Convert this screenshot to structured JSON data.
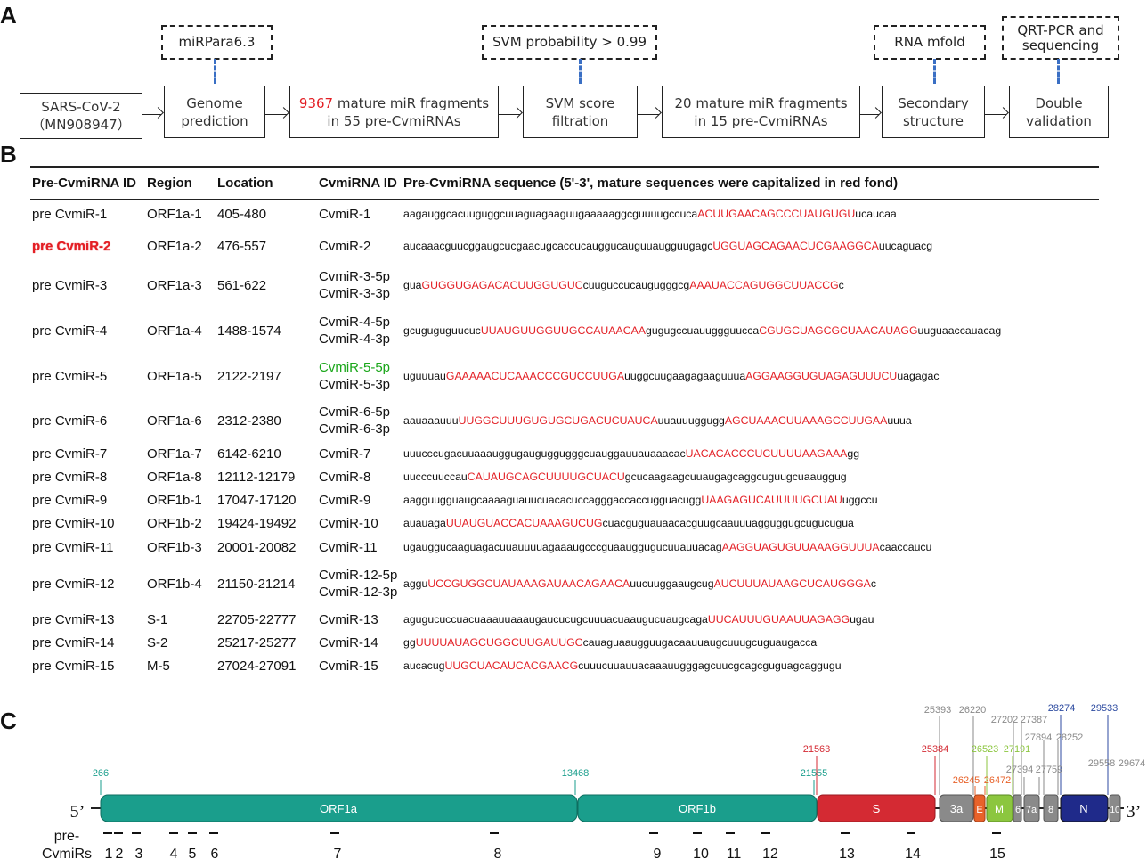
{
  "panels": {
    "a": "A",
    "b": "B",
    "c": "C"
  },
  "flow": {
    "box1_line1": "SARS-CoV-2",
    "box1_line2": "（MN908947）",
    "box2_line1": "Genome",
    "box2_line2": "prediction",
    "box3_num": "9367",
    "box3_line1_rest": " mature miR fragments",
    "box3_line2": "in 55 pre-CvmiRNAs",
    "box4_line1": "SVM score",
    "box4_line2": "filtration",
    "box5_line1": "20 mature miR fragments",
    "box5_line2": "in 15 pre-CvmiRNAs",
    "box6_line1": "Secondary",
    "box6_line2": "structure",
    "box7_line1": "Double",
    "box7_line2": "validation",
    "tool1": "miRPara6.3",
    "tool2": "SVM probability > 0.99",
    "tool3": "RNA mfold",
    "tool4_line1": "QRT-PCR and",
    "tool4_line2": "sequencing"
  },
  "table": {
    "headers": [
      "Pre-CvmiRNA ID",
      "Region",
      "Location",
      "CvmiRNA ID",
      "Pre-CvmiRNA sequence (5'-3', mature sequences were capitalized in red fond)"
    ],
    "rows": [
      {
        "id": "pre CvmiR-1",
        "region": "ORF1a-1",
        "loc": "405-480",
        "mir1": "CvmiR-1",
        "mir2": "",
        "seq": [
          [
            "aagauggcacuuguggcuuaguagaaguugaaaaaggcguuuugccuca",
            0
          ],
          [
            "ACUUGAACAGCCCUAUGUGU",
            1
          ],
          [
            "ucaucaa",
            0
          ]
        ]
      },
      {
        "id": "pre CvmiR-2",
        "region": "ORF1a-2",
        "loc": "476-557",
        "mir1": "CvmiR-2",
        "mir2": "",
        "seq": [
          [
            "aucaaacguucggaugcucgaacugcaccucauggucauguuaugguugagc",
            0
          ],
          [
            "UGGUAGCAGAACUCGAAGGCA",
            1
          ],
          [
            "uucaguacg",
            0
          ]
        ]
      },
      {
        "id": "pre CvmiR-3",
        "region": "ORF1a-3",
        "loc": "561-622",
        "mir1": "CvmiR-3-5p",
        "mir2": "CvmiR-3-3p",
        "seq": [
          [
            "gua",
            0
          ],
          [
            "GUGGUGAGACACUUGGUGUC",
            1
          ],
          [
            "cuuguccucaugugggcg",
            0
          ],
          [
            "AAAUACCAGUGGCUUACCG",
            1
          ],
          [
            "c",
            0
          ]
        ]
      },
      {
        "id": "pre CvmiR-4",
        "region": "ORF1a-4",
        "loc": "1488-1574",
        "mir1": "CvmiR-4-5p",
        "mir2": "CvmiR-4-3p",
        "seq": [
          [
            "gcuguguguucuc",
            0
          ],
          [
            "UUAUGUUGGUUGCCAUAACAA",
            1
          ],
          [
            "gugugccuauuggguucca",
            0
          ],
          [
            "CGUGCUAGCGCUAACAUAGG",
            1
          ],
          [
            "uuguaaccauacag",
            0
          ]
        ]
      },
      {
        "id": "pre CvmiR-5",
        "region": "ORF1a-5",
        "loc": "2122-2197",
        "mir1": "CvmiR-5-5p",
        "mir2": "CvmiR-5-3p",
        "seq": [
          [
            "uguuuau",
            0
          ],
          [
            "GAAAAACUCAAACCCGUCCUUGA",
            1
          ],
          [
            "uuggcuugaagagaaguuua",
            0
          ],
          [
            "AGGAAGGUGUAGAGUUUCU",
            1
          ],
          [
            "uagagac",
            0
          ]
        ]
      },
      {
        "id": "pre CvmiR-6",
        "region": "ORF1a-6",
        "loc": "2312-2380",
        "mir1": "CvmiR-6-5p",
        "mir2": "CvmiR-6-3p",
        "seq": [
          [
            "aauaaauuu",
            0
          ],
          [
            "UUGGCUUUGUGUGCUGACUCUAUCA",
            1
          ],
          [
            "uuauuuggugg",
            0
          ],
          [
            "AGCUAAACUUAAAGCCUUGAA",
            1
          ],
          [
            "uuua",
            0
          ]
        ]
      },
      {
        "id": "pre CvmiR-7",
        "region": "ORF1a-7",
        "loc": "6142-6210",
        "mir1": "CvmiR-7",
        "mir2": "",
        "seq": [
          [
            "uuucccugacuuaaauggugauguggugggcuauggauuauaaacac",
            0
          ],
          [
            "UACACACCCUCUUUUAAGAAA",
            1
          ],
          [
            "gg",
            0
          ]
        ]
      },
      {
        "id": "pre CvmiR-8",
        "region": "ORF1a-8",
        "loc": "12112-12179",
        "mir1": "CvmiR-8",
        "mir2": "",
        "seq": [
          [
            "uucccuuccau",
            0
          ],
          [
            "CAUAUGCAGCUUUUGCUACU",
            1
          ],
          [
            "gcucaagaagcuuaugagcaggcuguugcuaauggug",
            0
          ]
        ]
      },
      {
        "id": "pre CvmiR-9",
        "region": "ORF1b-1",
        "loc": "17047-17120",
        "mir1": "CvmiR-9",
        "mir2": "",
        "seq": [
          [
            "aagguugguaugcaaaaguauucuacacuccagggaccaccugguacugg",
            0
          ],
          [
            "UAAGAGUCAUUUUGCUAU",
            1
          ],
          [
            "uggccu",
            0
          ]
        ]
      },
      {
        "id": "pre CvmiR-10",
        "region": "ORF1b-2",
        "loc": "19424-19492",
        "mir1": "CvmiR-10",
        "mir2": "",
        "seq": [
          [
            "auauaga",
            0
          ],
          [
            "UUAUGUACCACUAAAGUCUG",
            1
          ],
          [
            "cuacguguauaacacguugcaauuuagguggugcugucugua",
            0
          ]
        ]
      },
      {
        "id": "pre CvmiR-11",
        "region": "ORF1b-3",
        "loc": "20001-20082",
        "mir1": "CvmiR-11",
        "mir2": "",
        "seq": [
          [
            "ugauggucaaguagacuuauuuuagaaaugcccguaauggugucuuauuacag",
            0
          ],
          [
            "AAGGUAGUGUUAAAGGUUUA",
            1
          ],
          [
            "caaccaucu",
            0
          ]
        ]
      },
      {
        "id": "pre CvmiR-12",
        "region": "ORF1b-4",
        "loc": "21150-21214",
        "mir1": "CvmiR-12-5p",
        "mir2": "CvmiR-12-3p",
        "seq": [
          [
            "aggu",
            0
          ],
          [
            "UCCGUGGCUAUAAAGAUAACAGAACA",
            1
          ],
          [
            "uucuuggaaugcug",
            0
          ],
          [
            "AUCUUUAUAAGCUCAUGGGA",
            1
          ],
          [
            "c",
            0
          ]
        ]
      },
      {
        "id": "pre CvmiR-13",
        "region": "S-1",
        "loc": "22705-22777",
        "mir1": "CvmiR-13",
        "mir2": "",
        "seq": [
          [
            "agugucuccuacuaaauuaaaugaucucugcuuuacuaaugucuaugcaga",
            0
          ],
          [
            "UUCAUUUGUAAUUAGAGG",
            1
          ],
          [
            "ugau",
            0
          ]
        ]
      },
      {
        "id": "pre CvmiR-14",
        "region": "S-2",
        "loc": "25217-25277",
        "mir1": "CvmiR-14",
        "mir2": "",
        "seq": [
          [
            "gg",
            0
          ],
          [
            "UUUUAUAGCUGGCUUGAUUGC",
            1
          ],
          [
            "cauaguaaugguugacaauuaugcuuugcuguaugacca",
            0
          ]
        ]
      },
      {
        "id": "pre CvmiR-15",
        "region": "M-5",
        "loc": "27024-27091",
        "mir1": "CvmiR-15",
        "mir2": "",
        "seq": [
          [
            "aucacug",
            0
          ],
          [
            "UUGCUACAUCACGAACG",
            1
          ],
          [
            "cuuucuuauuacaaauugggagcuucgcagcguguagcaggugu",
            0
          ]
        ]
      }
    ]
  },
  "colors": {
    "red": "#e31e24",
    "green": "#19a619",
    "teal": "#1a9e8c",
    "blue": "#2c4aa0",
    "lime": "#8cc63f",
    "orange": "#e8622a",
    "gray": "#8a8a8a",
    "s_red": "#d42a33",
    "n_navy": "#1f2a8a"
  },
  "genome": {
    "five": "5’",
    "three": "3’",
    "genes": [
      "ORF1a",
      "ORF1b",
      "S",
      "3a",
      "E",
      "M",
      "6",
      "7a",
      "8",
      "N",
      "10"
    ],
    "pos_labels": [
      "266",
      "13468",
      "21555",
      "21563",
      "25384",
      "25393",
      "26220",
      "26245",
      "26472",
      "26523",
      "27191",
      "27202",
      "27387",
      "27394",
      "27759",
      "27894",
      "28252",
      "28274",
      "29533",
      "29558",
      "29674"
    ],
    "mir_title_1": "pre-",
    "mir_title_2": "CvmiRs",
    "mir_labels": [
      "1",
      "2",
      "3",
      "4",
      "5",
      "6",
      "7",
      "8",
      "9",
      "10",
      "11",
      "12",
      "13",
      "14",
      "15"
    ]
  }
}
